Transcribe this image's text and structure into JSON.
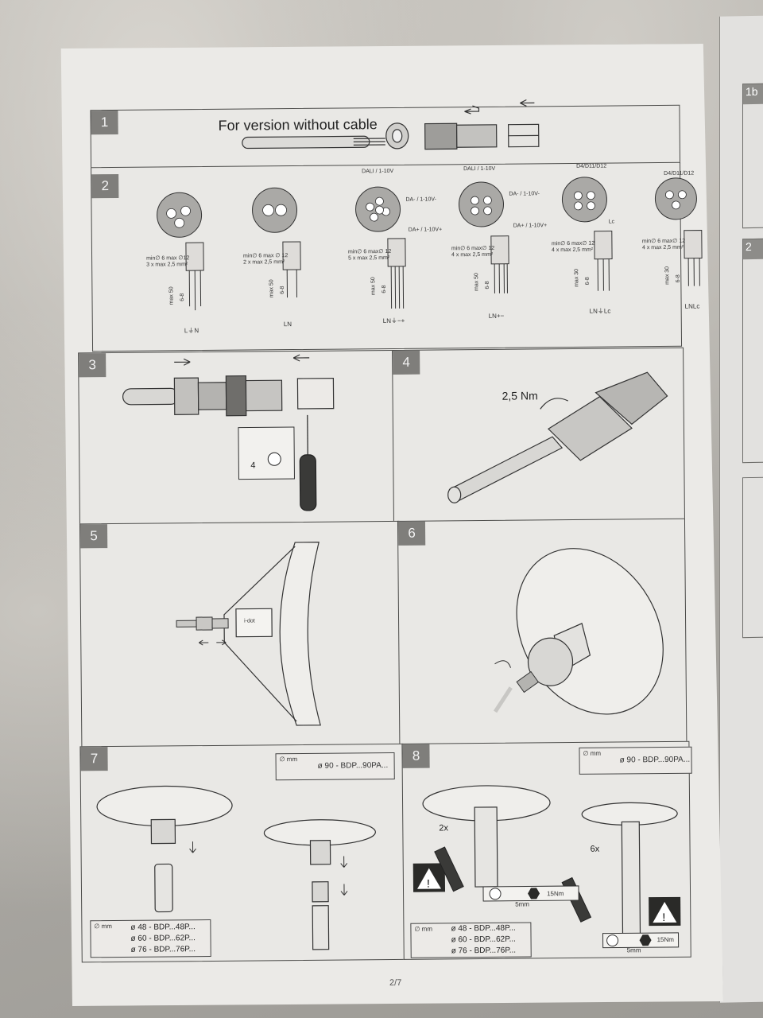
{
  "page_number": "2/7",
  "step1": {
    "number": "1",
    "title": "For version without cable"
  },
  "step2": {
    "number": "2",
    "variants": [
      {
        "type_label": "",
        "cable_spec_1": "min∅ 6 max ∅12",
        "cable_spec_2": "3 x max 2,5 mm²",
        "strip_short": "6-8",
        "strip_long": "max 50",
        "terminal_label": "L⏚N",
        "core_labels": [
          "L",
          "N"
        ]
      },
      {
        "type_label": "",
        "cable_spec_1": "min∅ 6 max ∅ 12",
        "cable_spec_2": "2 x max 2,5 mm²",
        "strip_short": "6-8",
        "strip_long": "max 50",
        "terminal_label": "LN",
        "core_labels": [
          "L",
          "N"
        ]
      },
      {
        "type_label": "DALI / 1-10V",
        "cable_spec_1": "min∅ 6 max∅ 12",
        "cable_spec_2": "5 x max 2,5 mm²",
        "strip_short": "6-8",
        "strip_long": "max 50",
        "terminal_label": "LN⏚−+",
        "core_labels": [
          "DA- / 1-10V-",
          "DA+ / 1-10V+",
          "L",
          "N"
        ]
      },
      {
        "type_label": "DALI / 1-10V",
        "cable_spec_1": "min∅ 6 max∅ 12",
        "cable_spec_2": "4 x max 2,5 mm²",
        "strip_short": "6-8",
        "strip_long": "max 50",
        "terminal_label": "LN+−",
        "core_labels": [
          "DA- / 1-10V-",
          "DA+ / 1-10V+",
          "L",
          "N"
        ]
      },
      {
        "type_label": "D4/D11/D12",
        "cable_spec_1": "min∅ 6 max∅ 12",
        "cable_spec_2": "4 x max 2,5 mm²",
        "strip_short": "6-8",
        "strip_long": "max 30",
        "terminal_label": "LN⏚Lc",
        "core_labels": [
          "Lc",
          "L",
          "N"
        ]
      },
      {
        "type_label": "D4/D11/D12",
        "cable_spec_1": "min∅ 6 max∅ 12",
        "cable_spec_2": "4 x max 2,5 mm²",
        "strip_short": "6-8",
        "strip_long": "max 30",
        "terminal_label": "LNLc",
        "core_labels": [
          "Lc",
          "L",
          "N"
        ]
      }
    ]
  },
  "step3": {
    "number": "3",
    "screwdriver_size": "4"
  },
  "step4": {
    "number": "4",
    "torque": "2,5 Nm"
  },
  "step5": {
    "number": "5",
    "housing_label": "i-dot"
  },
  "step6": {
    "number": "6"
  },
  "step7": {
    "number": "7",
    "diam_header": "∅ mm",
    "top_option": "ø 90 - BDP...90PA...",
    "options": [
      "ø 48 - BDP...48P...",
      "ø 60 - BDP...62P...",
      "ø 76 - BDP...76P..."
    ]
  },
  "step8": {
    "number": "8",
    "diam_header": "∅ mm",
    "top_option": "ø 90 - BDP...90PA...",
    "options": [
      "ø 48 - BDP...48P...",
      "ø 60 - BDP...62P...",
      "ø 76 - BDP...76P..."
    ],
    "count_small": "2x",
    "count_large": "6x",
    "hex_size": "5mm",
    "torque": "15Nm"
  },
  "next_page": {
    "tab_label": "1b",
    "tab2_label": "2"
  }
}
